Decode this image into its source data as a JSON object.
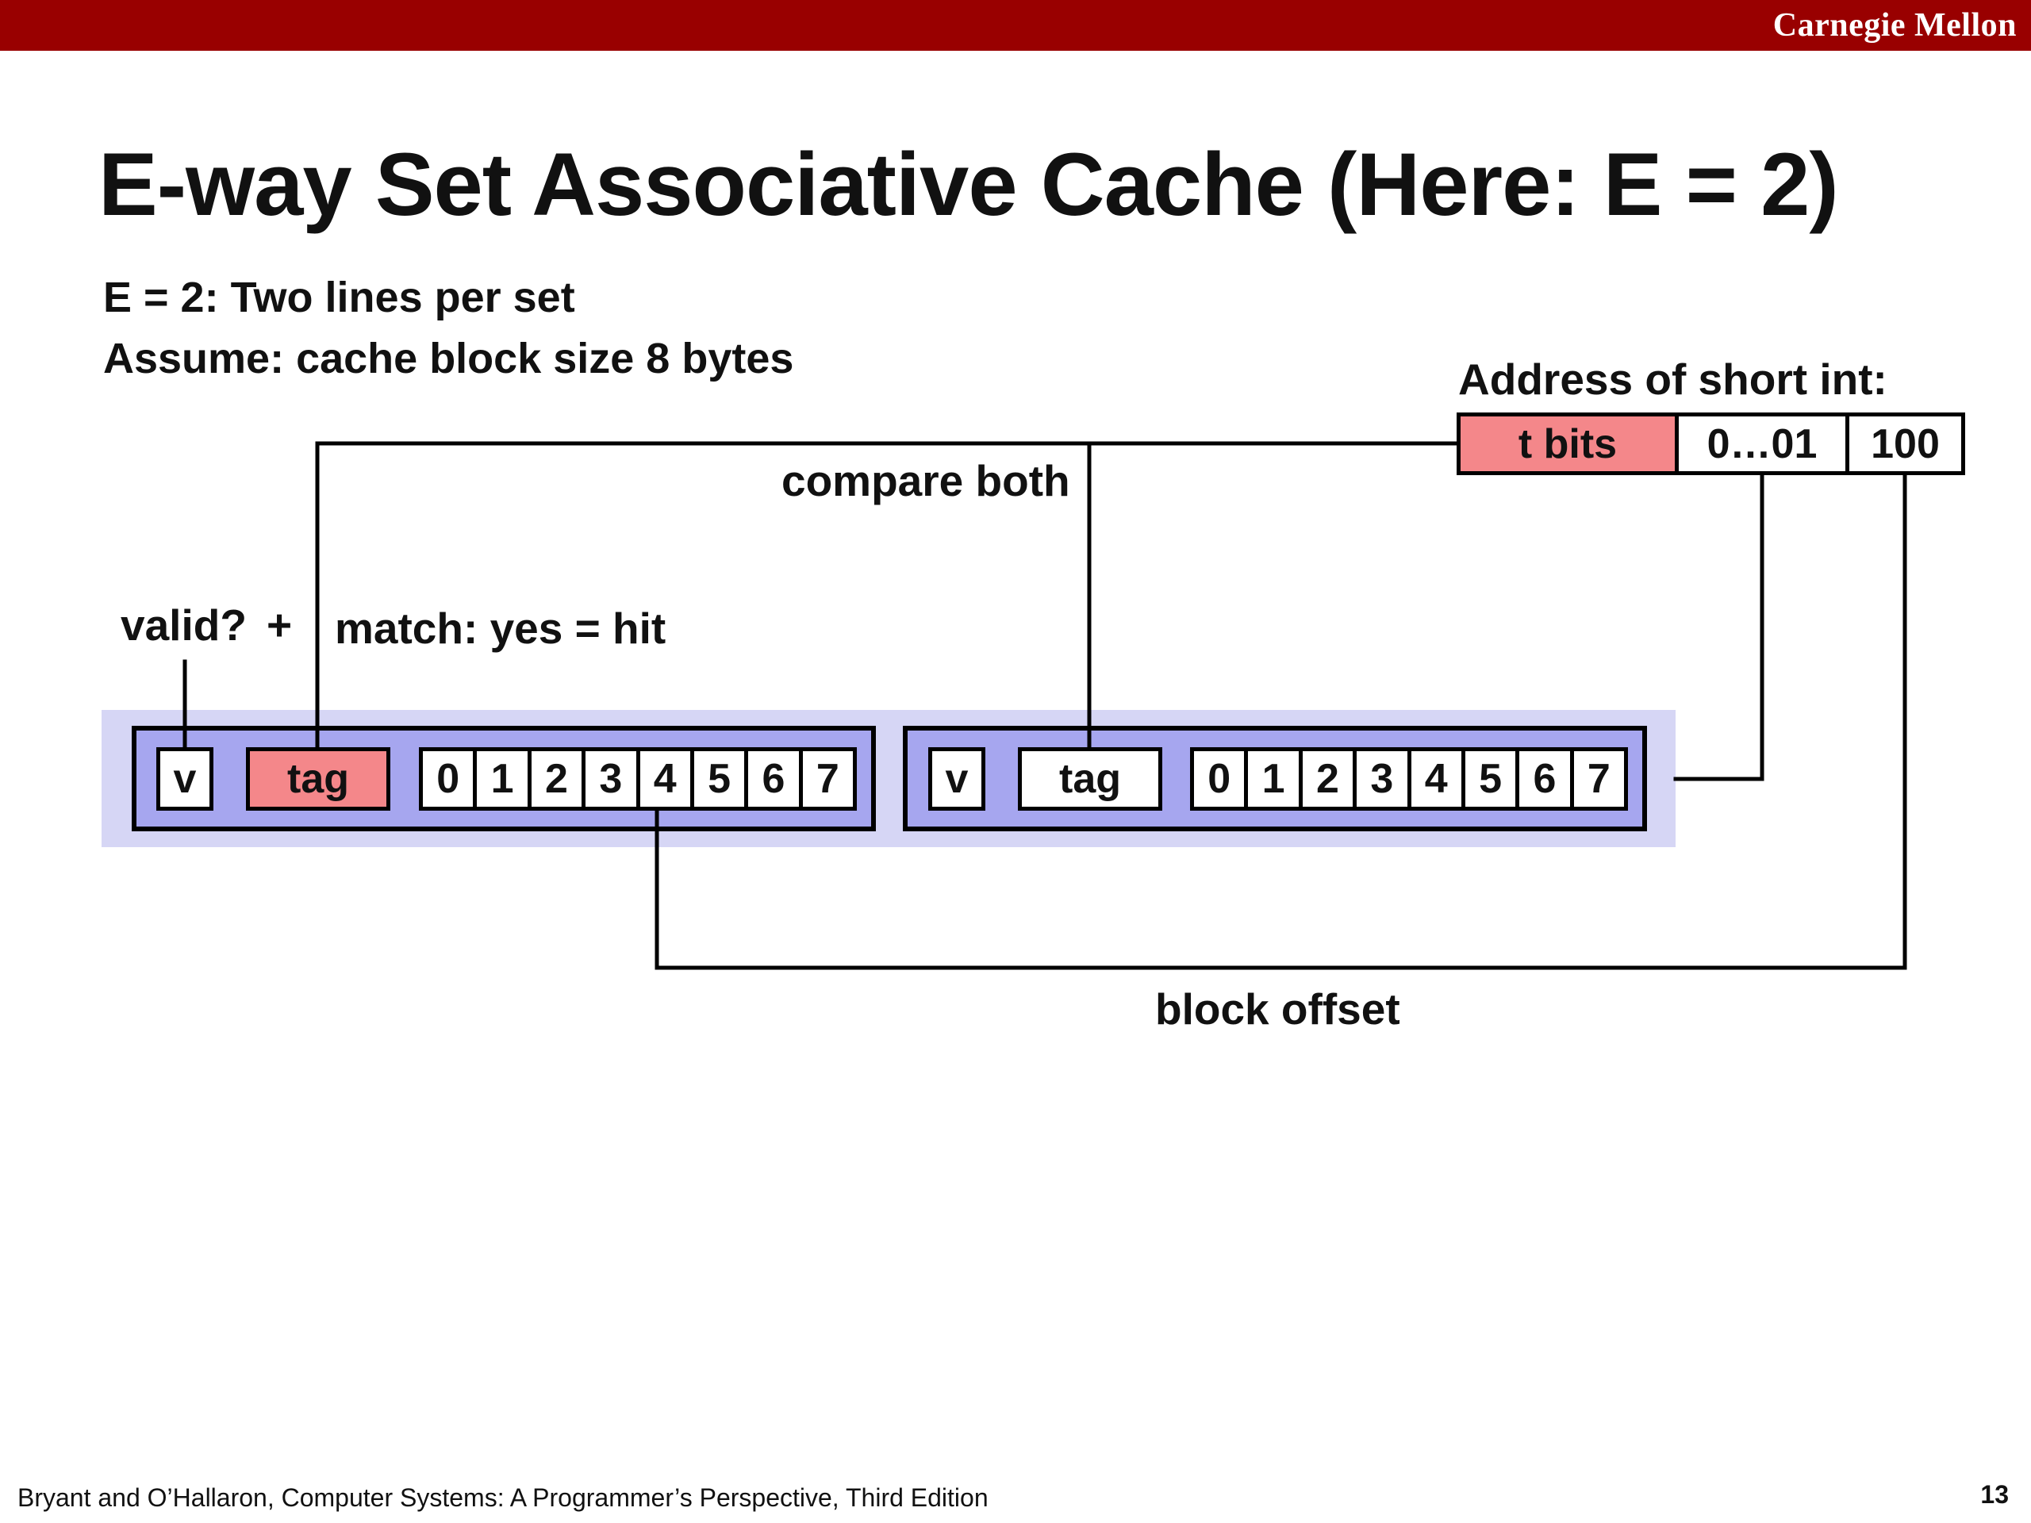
{
  "header": {
    "brand": "Carnegie Mellon"
  },
  "slide": {
    "title": "E-way Set Associative Cache (Here: E = 2)",
    "subtitle_1": "E = 2: Two lines per set",
    "subtitle_2": "Assume: cache block size 8 bytes"
  },
  "address": {
    "label": "Address of short int:",
    "tag_field": "t bits",
    "set_index_field": "0…01",
    "offset_field": "100"
  },
  "annotations": {
    "compare_both": "compare both",
    "valid": "valid?",
    "plus": "+",
    "match": "match: yes = hit",
    "block_offset": "block offset"
  },
  "cache_lines": [
    {
      "valid_label": "v",
      "tag_label": "tag",
      "tag_highlighted": true,
      "bytes": [
        "0",
        "1",
        "2",
        "3",
        "4",
        "5",
        "6",
        "7"
      ]
    },
    {
      "valid_label": "v",
      "tag_label": "tag",
      "tag_highlighted": false,
      "bytes": [
        "0",
        "1",
        "2",
        "3",
        "4",
        "5",
        "6",
        "7"
      ]
    }
  ],
  "colors": {
    "brand_bar": "#990000",
    "highlight": "#f4878a",
    "set_bg": "#d6d6f5",
    "line_bg": "#a6a6ef"
  },
  "footer": {
    "citation": "Bryant and O’Hallaron, Computer Systems: A Programmer’s Perspective, Third Edition",
    "page_number": "13"
  }
}
